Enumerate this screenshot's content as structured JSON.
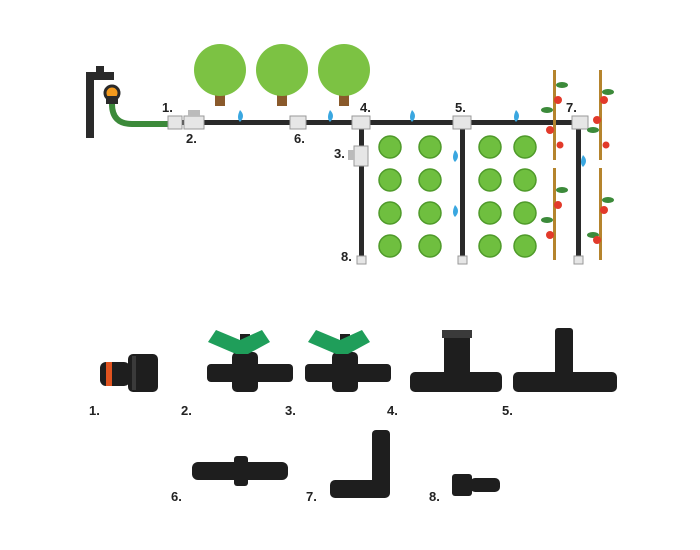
{
  "diagram": {
    "layout_labels": [
      "1.",
      "2.",
      "3.",
      "4.",
      "5.",
      "6.",
      "7.",
      "8."
    ],
    "parts_labels": [
      "1.",
      "2.",
      "3.",
      "4.",
      "5.",
      "6.",
      "7.",
      "8."
    ]
  },
  "colors": {
    "pipe": "#2a2a2a",
    "hose": "#3c8a3a",
    "tree_canopy": "#7cc243",
    "tree_trunk": "#8a5a2b",
    "lettuce": "#6fbf3f",
    "tomato": "#e23a2a",
    "stake": "#b5842d",
    "water_drop": "#3aa7e0",
    "valve_handle": "#1f9e5a",
    "fitting_black": "#1e1e1e",
    "quick_connector_ring": "#e0531f",
    "fitting_white": "#e6e6e6"
  }
}
